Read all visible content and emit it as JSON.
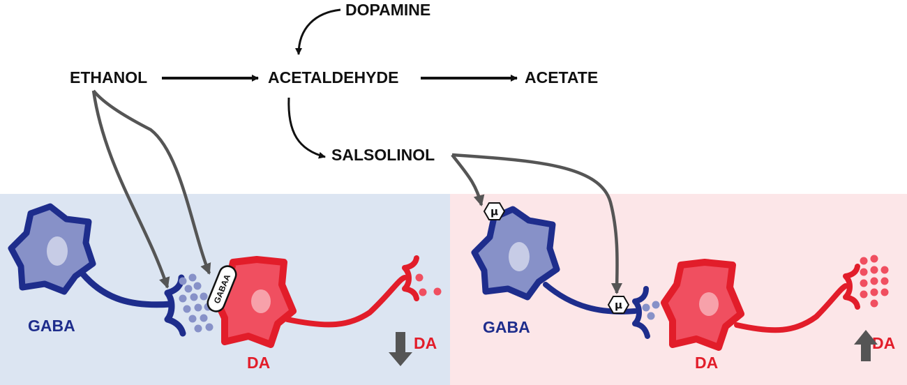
{
  "pathway": {
    "ethanol": "ETHANOL",
    "acetaldehyde": "ACETALDEHYDE",
    "acetate": "ACETATE",
    "dopamine": "DOPAMINE",
    "salsolinol": "SALSOLINOL"
  },
  "left_panel": {
    "gaba_label": "GABA",
    "da_neuron_label": "DA",
    "da_output_label": "DA",
    "receptor_label": "GABAA",
    "trend": "decrease"
  },
  "right_panel": {
    "gaba_label": "GABA",
    "da_neuron_label": "DA",
    "da_output_label": "DA",
    "receptor_label_1": "μ",
    "receptor_label_2": "μ",
    "trend": "increase"
  },
  "colors": {
    "left_bg": "#dce5f2",
    "right_bg": "#fce6e8",
    "gaba_dark": "#1e2d8c",
    "gaba_fill": "#8791c8",
    "da_red": "#e21d2a",
    "da_fill": "#f04f60",
    "arrow_gray": "#555555"
  }
}
